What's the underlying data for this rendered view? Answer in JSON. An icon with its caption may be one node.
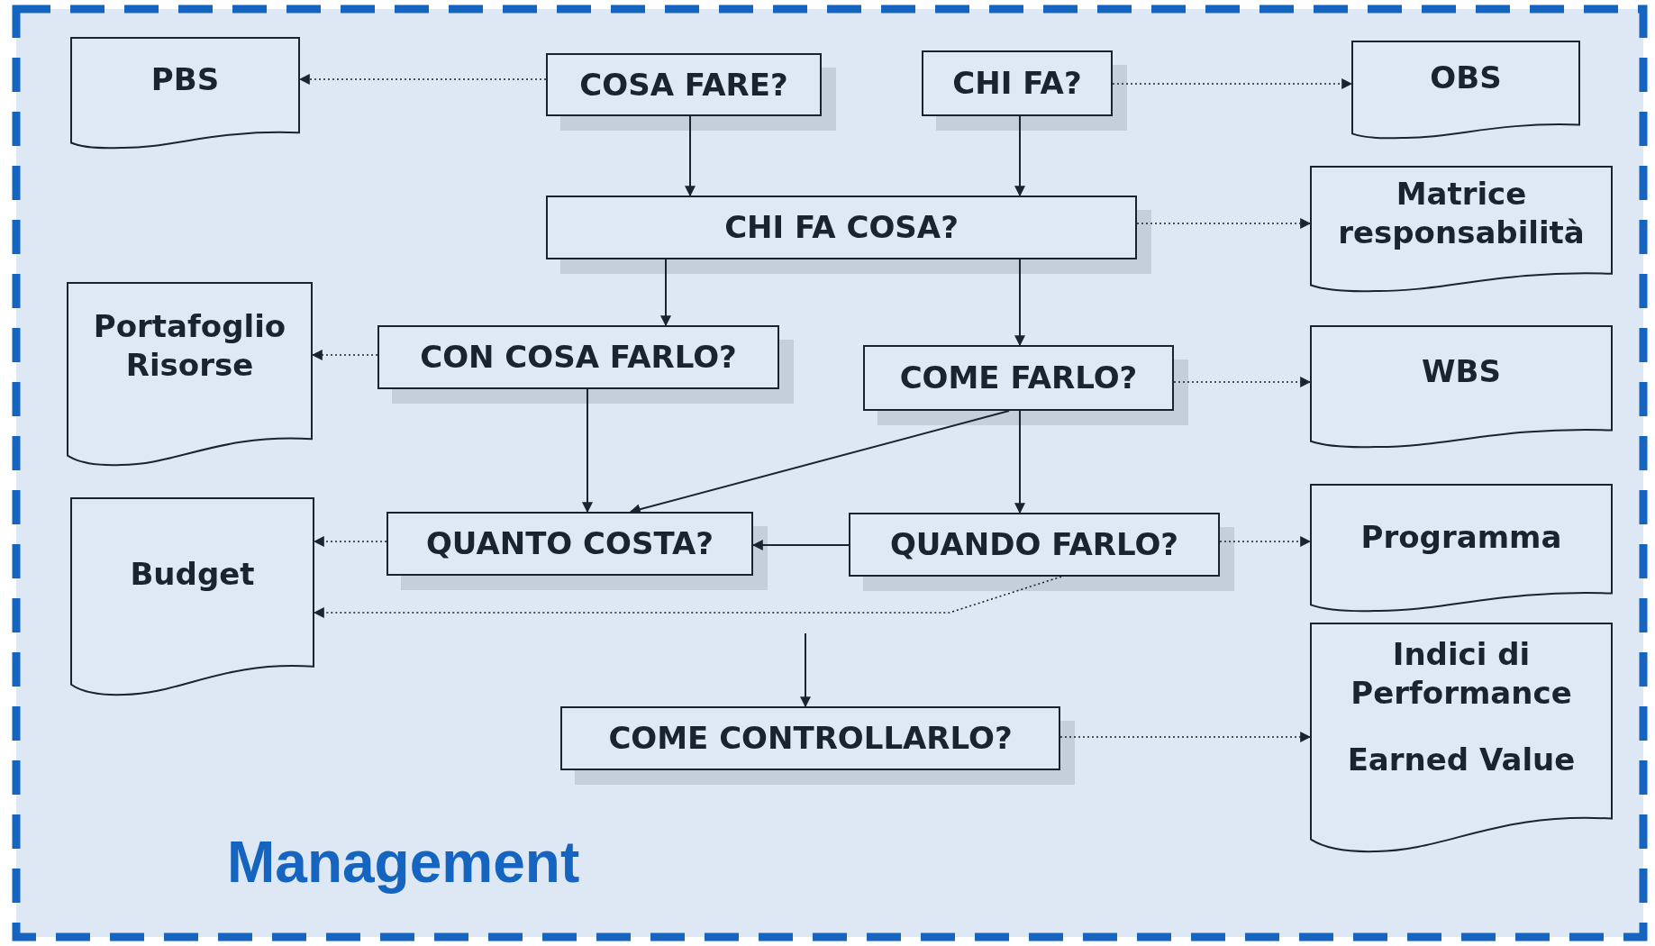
{
  "diagram": {
    "nodes": [
      {
        "text": [
          "PBS"
        ]
      },
      {
        "text": [
          "COSA FARE?"
        ]
      },
      {
        "text": [
          "CHI FA?"
        ]
      },
      {
        "text": [
          "OBS"
        ]
      },
      {
        "text": [
          "CHI FA COSA?"
        ]
      },
      {
        "text": [
          "Matrice responsabilità"
        ]
      },
      {
        "text": [
          "Portafoglio Risorse"
        ]
      },
      {
        "text": [
          "CON COSA FARLO?"
        ]
      },
      {
        "text": [
          "COME FARLO?"
        ]
      },
      {
        "text": [
          "WBS"
        ]
      },
      {
        "text": [
          "Budget"
        ]
      },
      {
        "text": [
          "QUANTO COSTA?"
        ]
      },
      {
        "text": [
          "QUANDO FARLO?"
        ]
      },
      {
        "text": [
          "Programma"
        ]
      },
      {
        "text": [
          "Indici di Performance",
          "Earned Value"
        ]
      },
      {
        "text": [
          "COME CONTROLLARLO?"
        ]
      }
    ],
    "edges": [
      {
        "from": 1,
        "to": 0,
        "arrow": "to",
        "style": "dashed"
      },
      {
        "from": 2,
        "to": 3,
        "arrow": "to",
        "style": "dashed"
      },
      {
        "from": 1,
        "to": 4,
        "arrow": "to"
      },
      {
        "from": 2,
        "to": 4,
        "arrow": "to"
      },
      {
        "from": 4,
        "to": 7,
        "arrow": "to"
      },
      {
        "from": 4,
        "to": 8,
        "arrow": "to"
      },
      {
        "from": 4,
        "to": 5,
        "arrow": "to",
        "style": "dashed"
      },
      {
        "from": 7,
        "to": 6,
        "arrow": "to",
        "style": "dashed"
      },
      {
        "from": 8,
        "to": 9,
        "arrow": "to",
        "style": "dashed"
      },
      {
        "from": 7,
        "to": 11,
        "arrow": "to"
      },
      {
        "from": 8,
        "to": 11,
        "arrow": "to"
      },
      {
        "from": 8,
        "to": 12,
        "arrow": "to"
      },
      {
        "from": 12,
        "to": 11,
        "arrow": "to"
      },
      {
        "from": 12,
        "to": 13,
        "arrow": "to",
        "style": "dashed"
      },
      {
        "from": 11,
        "to": 10,
        "arrow": "to",
        "style": "dashed"
      },
      {
        "from": 12,
        "to": 10,
        "arrow": "to",
        "style": "dashed"
      },
      {
        "from": null,
        "to": 15,
        "arrow": "to"
      },
      {
        "from": 15,
        "to": 14,
        "arrow": "to",
        "style": "dashed"
      }
    ],
    "labels": [
      "Management"
    ]
  }
}
